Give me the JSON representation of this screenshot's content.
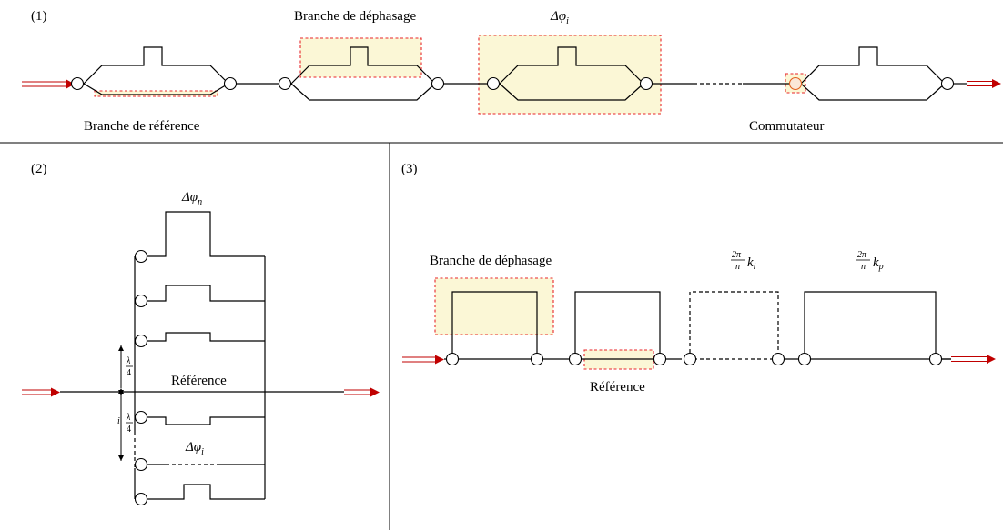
{
  "colors": {
    "highlight_fill": "#fbf7d6",
    "highlight_stroke": "#e8262a",
    "arrow": "#c00000"
  },
  "panels": {
    "p1": {
      "tag": "(1)",
      "branche_dephasage": "Branche de déphasage",
      "branche_reference": "Branche de référence",
      "delta_phi": "Δφ",
      "delta_phi_sub": "i",
      "commutateur": "Commutateur"
    },
    "p2": {
      "tag": "(2)",
      "delta_phi": "Δφ",
      "delta_phi_n_sub": "n",
      "delta_phi_i_sub": "i",
      "reference": "Référence",
      "lambda": "λ",
      "four": "4",
      "i_prefix": "i"
    },
    "p3": {
      "tag": "(3)",
      "branche_dephasage": "Branche de déphasage",
      "reference": "Référence",
      "two_pi": "2π",
      "n": "n",
      "k": "k",
      "k_i_sub": "i",
      "k_p_sub": "p"
    }
  }
}
